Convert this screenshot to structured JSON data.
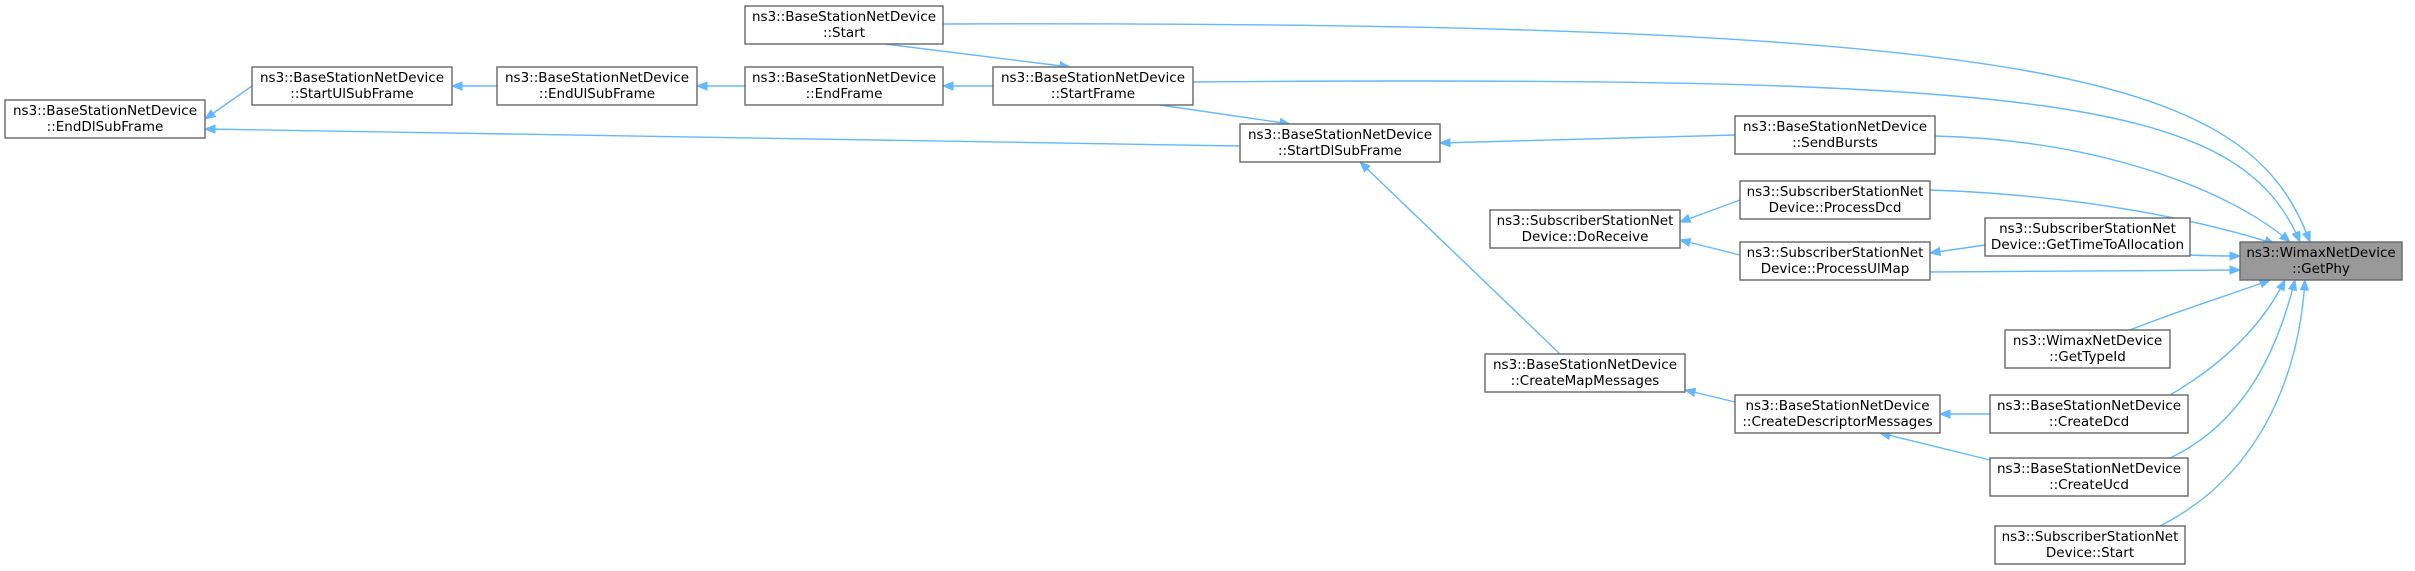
{
  "diagram": {
    "type": "doxygen-caller-graph",
    "colors": {
      "edge": "#63b8ff",
      "root_fill": "#999999",
      "node_border": "#666666",
      "node_fill": "#ffffff"
    },
    "nodes": [
      {
        "id": "getphy",
        "lines": [
          "ns3::WimaxNetDevice",
          "::GetPhy"
        ],
        "root": true
      },
      {
        "id": "bs-start",
        "lines": [
          "ns3::BaseStationNetDevice",
          "::Start"
        ]
      },
      {
        "id": "bs-startframe",
        "lines": [
          "ns3::BaseStationNetDevice",
          "::StartFrame"
        ]
      },
      {
        "id": "bs-startulsubframe",
        "lines": [
          "ns3::BaseStationNetDevice",
          "::StartUlSubFrame"
        ]
      },
      {
        "id": "bs-endulsubframe",
        "lines": [
          "ns3::BaseStationNetDevice",
          "::EndUlSubFrame"
        ]
      },
      {
        "id": "bs-endframe",
        "lines": [
          "ns3::BaseStationNetDevice",
          "::EndFrame"
        ]
      },
      {
        "id": "bs-enddlsubframe",
        "lines": [
          "ns3::BaseStationNetDevice",
          "::EndDlSubFrame"
        ]
      },
      {
        "id": "bs-startdlsubframe",
        "lines": [
          "ns3::BaseStationNetDevice",
          "::StartDlSubFrame"
        ]
      },
      {
        "id": "bs-sendbursts",
        "lines": [
          "ns3::BaseStationNetDevice",
          "::SendBursts"
        ]
      },
      {
        "id": "ss-processdcd",
        "lines": [
          "ns3::SubscriberStationNet",
          "Device::ProcessDcd"
        ]
      },
      {
        "id": "ss-doreceive",
        "lines": [
          "ns3::SubscriberStationNet",
          "Device::DoReceive"
        ]
      },
      {
        "id": "ss-processulmap",
        "lines": [
          "ns3::SubscriberStationNet",
          "Device::ProcessUlMap"
        ]
      },
      {
        "id": "ss-gettimetoallocation",
        "lines": [
          "ns3::SubscriberStationNet",
          "Device::GetTimeToAllocation"
        ]
      },
      {
        "id": "wimax-gettypeid",
        "lines": [
          "ns3::WimaxNetDevice",
          "::GetTypeId"
        ]
      },
      {
        "id": "bs-createmapmessages",
        "lines": [
          "ns3::BaseStationNetDevice",
          "::CreateMapMessages"
        ]
      },
      {
        "id": "bs-createdescriptormessages",
        "lines": [
          "ns3::BaseStationNetDevice",
          "::CreateDescriptorMessages"
        ]
      },
      {
        "id": "bs-createdcd",
        "lines": [
          "ns3::BaseStationNetDevice",
          "::CreateDcd"
        ]
      },
      {
        "id": "bs-createucd",
        "lines": [
          "ns3::BaseStationNetDevice",
          "::CreateUcd"
        ]
      },
      {
        "id": "ss-start",
        "lines": [
          "ns3::SubscriberStationNet",
          "Device::Start"
        ]
      }
    ],
    "edges": [
      {
        "from": "bs-start",
        "to": "getphy"
      },
      {
        "from": "bs-start",
        "to": "bs-startframe"
      },
      {
        "from": "bs-startframe",
        "to": "getphy"
      },
      {
        "from": "bs-startframe",
        "to": "bs-startdlsubframe"
      },
      {
        "from": "bs-startulsubframe",
        "to": "bs-enddlsubframe"
      },
      {
        "from": "bs-endulsubframe",
        "to": "bs-startulsubframe"
      },
      {
        "from": "bs-endframe",
        "to": "bs-endulsubframe"
      },
      {
        "from": "bs-startframe",
        "to": "bs-endframe"
      },
      {
        "from": "bs-startdlsubframe",
        "to": "bs-enddlsubframe"
      },
      {
        "from": "bs-sendbursts",
        "to": "bs-startdlsubframe"
      },
      {
        "from": "bs-sendbursts",
        "to": "getphy"
      },
      {
        "from": "ss-processdcd",
        "to": "getphy"
      },
      {
        "from": "ss-processdcd",
        "to": "ss-doreceive"
      },
      {
        "from": "ss-processulmap",
        "to": "ss-doreceive"
      },
      {
        "from": "ss-processulmap",
        "to": "getphy"
      },
      {
        "from": "ss-gettimetoallocation",
        "to": "getphy"
      },
      {
        "from": "ss-gettimetoallocation",
        "to": "ss-processulmap"
      },
      {
        "from": "wimax-gettypeid",
        "to": "getphy"
      },
      {
        "from": "bs-createmapmessages",
        "to": "bs-startdlsubframe"
      },
      {
        "from": "bs-createdescriptormessages",
        "to": "bs-createmapmessages"
      },
      {
        "from": "bs-createdcd",
        "to": "getphy"
      },
      {
        "from": "bs-createdcd",
        "to": "bs-createdescriptormessages"
      },
      {
        "from": "bs-createucd",
        "to": "getphy"
      },
      {
        "from": "bs-createucd",
        "to": "bs-createdescriptormessages"
      },
      {
        "from": "ss-start",
        "to": "getphy"
      }
    ]
  }
}
